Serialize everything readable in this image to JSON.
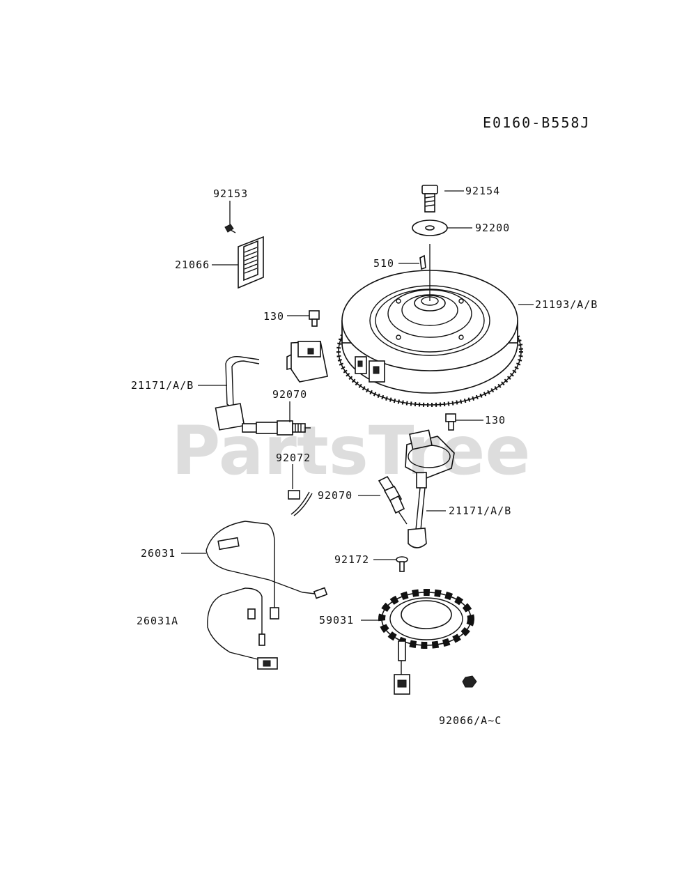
{
  "diagram_code": "E0160-B558J",
  "watermark": "PartsTree",
  "callouts": {
    "p92153": "92153",
    "p21066": "21066",
    "p130a": "130",
    "p21171a": "21171/A/B",
    "p92070a": "92070",
    "p92072": "92072",
    "p92154": "92154",
    "p92200": "92200",
    "p510": "510",
    "p21193": "21193/A/B",
    "p130b": "130",
    "p92070b": "92070",
    "p21171b": "21171/A/B",
    "p26031": "26031",
    "p26031a": "26031A",
    "p92172": "92172",
    "p59031": "59031",
    "p92066": "92066/A~C"
  }
}
